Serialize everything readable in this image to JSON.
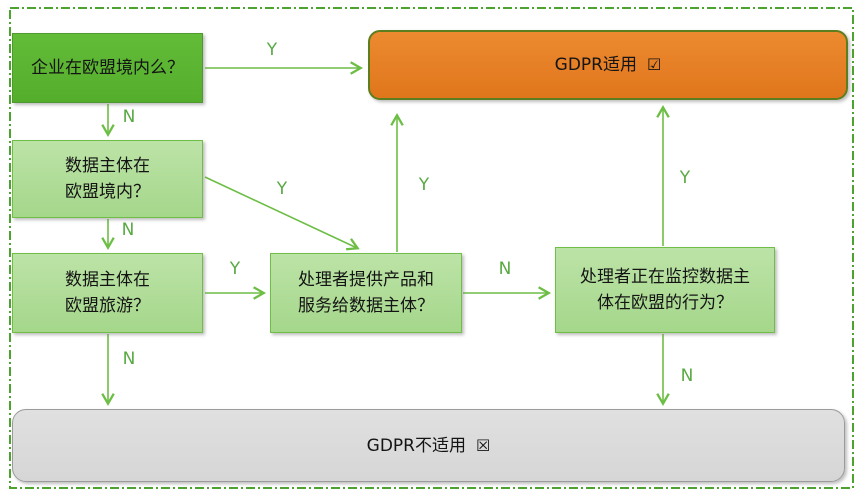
{
  "diagram": {
    "type": "flowchart",
    "language": "zh-CN",
    "topic": "GDPR applicability decision flow"
  },
  "colors": {
    "dark_green_fill": "#5BB52F",
    "light_green_fill": "#AFDC96",
    "green_border": "#70BE48",
    "orange_fill": "#E57E22",
    "orange_border": "#5C7E1F",
    "gray_fill": "#DBDBDB",
    "gray_border": "#9B9B9B",
    "arrow_green": "#6DBE45",
    "edge_label_green": "#58A943",
    "page_border_green": "#4CA32F",
    "text_color": "#141414"
  },
  "nodes": {
    "company": {
      "label": "企业在欧盟境内么？"
    },
    "subject_in_eu": {
      "lines": [
        "数据主体在",
        "欧盟境内？"
      ]
    },
    "subject_travel": {
      "lines": [
        "数据主体在",
        "欧盟旅游？"
      ]
    },
    "products_services": {
      "lines": [
        "处理者提供产品和",
        "服务给数据主体？"
      ]
    },
    "monitoring": {
      "lines": [
        "处理者正在监控数据主",
        "体在欧盟的行为？"
      ]
    },
    "gdpr_applies": {
      "label": "GDPR适用",
      "symbol": "☑"
    },
    "gdpr_not_applicable": {
      "label": "GDPR不适用",
      "symbol": "☒"
    }
  },
  "edge_labels": {
    "company_yes": "Y",
    "company_no": "N",
    "subject_yes": "Y",
    "subject_no": "N",
    "travel_yes": "Y",
    "travel_no": "N",
    "products_yes": "Y",
    "products_no": "N",
    "monitoring_yes": "Y",
    "monitoring_no": "N"
  }
}
